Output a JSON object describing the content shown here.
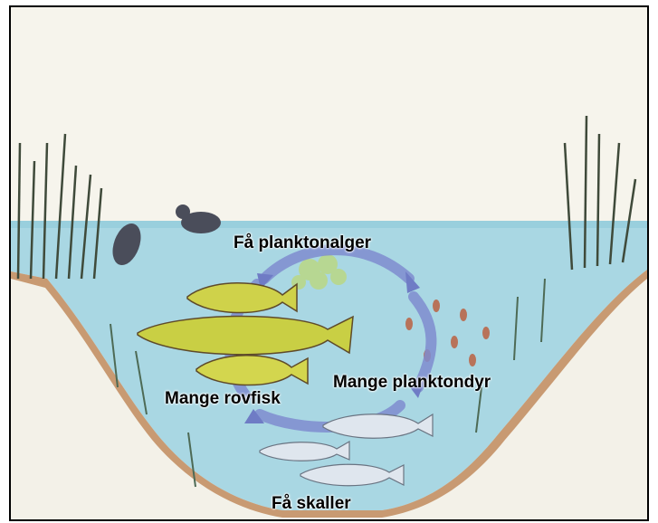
{
  "labels": {
    "few_phytoplankton": "Få planktonalger",
    "many_zooplankton": "Mange planktondyr",
    "many_predator_fish": "Mange rovfisk",
    "few_roach": "Få skaller"
  },
  "colors": {
    "sky": "#f6f4ec",
    "water": "#a9d7e3",
    "soil": "#c89a72",
    "predator_fish": "#cfd24a",
    "roach": "#dfe6ee",
    "cycle_arrow": "#7f8cd0",
    "algae": "#b9d78a"
  }
}
